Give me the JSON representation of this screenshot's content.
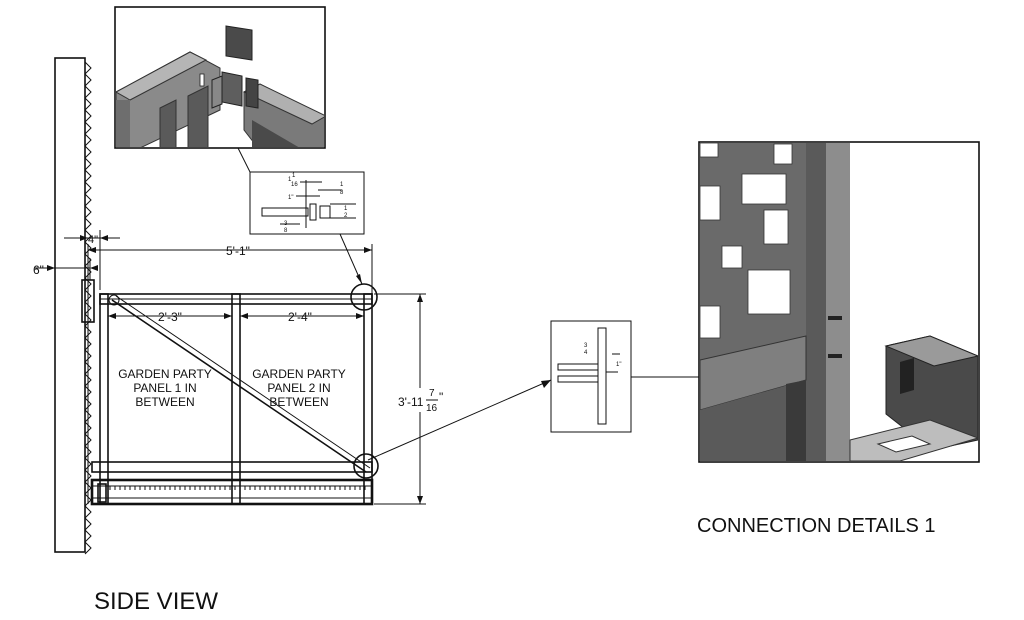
{
  "labels": {
    "side_view": "SIDE VIEW",
    "connection_details": "CONNECTION DETAILS 1",
    "panel1": [
      "GARDEN PARTY",
      "PANEL 1  IN",
      "BETWEEN"
    ],
    "panel2": [
      "GARDEN PARTY",
      "PANEL 2 IN",
      "BETWEEN"
    ]
  },
  "dimensions": {
    "wall_offset": "6\"",
    "bracket": "4\"",
    "overall_width": "5'-1\"",
    "bay1": "2'-3\"",
    "bay2": "2'-4\"",
    "height_whole": "3'-11",
    "height_num": "7",
    "height_den": "16",
    "height_inch": "\""
  },
  "detail_dims": {
    "d1_whole": "1",
    "d1_num": "1",
    "d1_den": "16",
    "d2": "1\"",
    "d3_num": "1",
    "d3_den": "8",
    "d4_num": "1",
    "d4_den": "2",
    "d5_num": "3",
    "d5_den": "8",
    "d6_num": "3",
    "d6_den": "4",
    "d7": "1\""
  }
}
